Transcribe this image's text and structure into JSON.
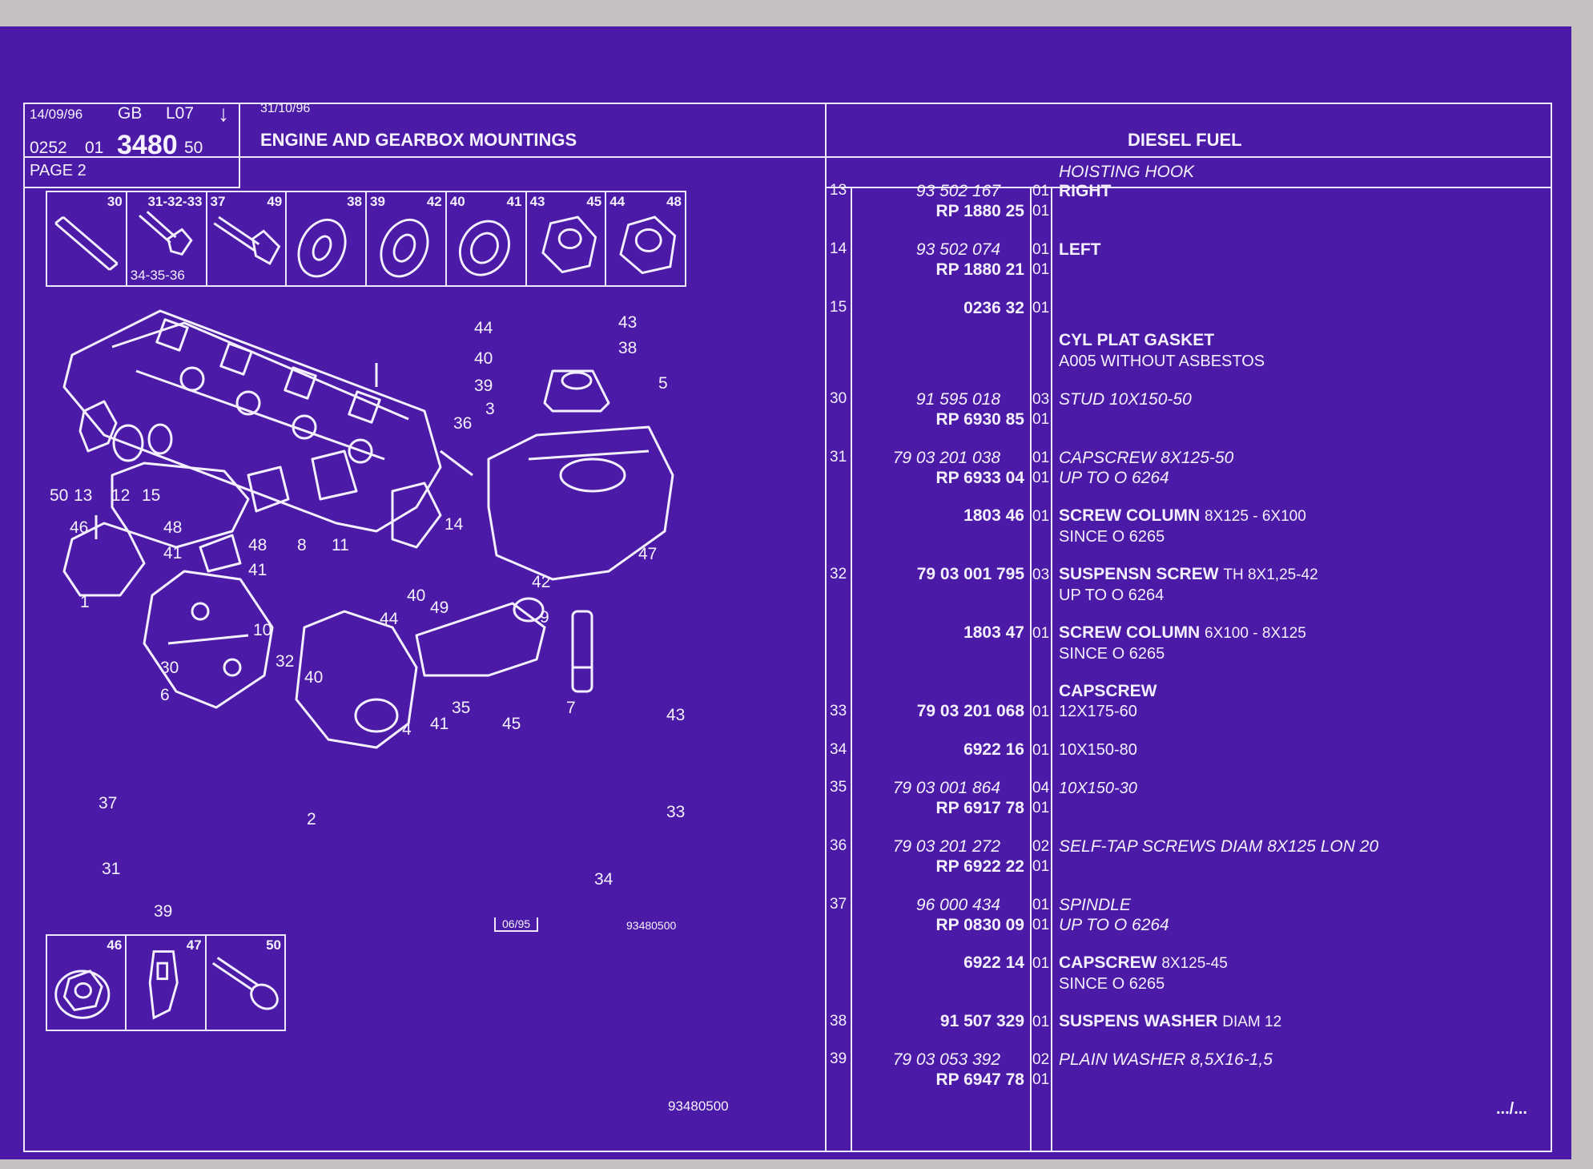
{
  "header": {
    "date1": "14/09/96",
    "lang": "GB",
    "code": "L07",
    "arrow": "↓",
    "date2": "31/10/96",
    "ref_a": "0252",
    "ref_b": "01",
    "ref_main": "3480",
    "ref_c": "50",
    "page": "PAGE 2",
    "title": "ENGINE AND GEARBOX MOUNTINGS",
    "fuel": "DIESEL FUEL"
  },
  "thumbnails_top": [
    {
      "left": "",
      "right": "30",
      "bottom": ""
    },
    {
      "left": "",
      "right": "31-32-33",
      "bottom": "34-35-36"
    },
    {
      "left": "37",
      "right": "49",
      "bottom": ""
    },
    {
      "left": "",
      "right": "38",
      "bottom": ""
    },
    {
      "left": "39",
      "right": "42",
      "bottom": ""
    },
    {
      "left": "40",
      "right": "41",
      "bottom": ""
    },
    {
      "left": "43",
      "right": "45",
      "bottom": ""
    },
    {
      "left": "44",
      "right": "48",
      "bottom": ""
    }
  ],
  "thumbnails_bottom": [
    {
      "right": "46"
    },
    {
      "right": "47"
    },
    {
      "right": "50"
    }
  ],
  "diagram": {
    "stamp": "06/95",
    "ref": "93480500",
    "footer_ref": "93480500",
    "labels": [
      "44",
      "43",
      "40",
      "38",
      "39",
      "5",
      "36",
      "3",
      "50",
      "13",
      "12",
      "15",
      "14",
      "46",
      "48",
      "41",
      "48",
      "41",
      "8",
      "11",
      "47",
      "42",
      "40",
      "49",
      "44",
      "1",
      "9",
      "10",
      "30",
      "32",
      "40",
      "6",
      "35",
      "7",
      "43",
      "4",
      "41",
      "45",
      "37",
      "2",
      "33",
      "31",
      "34",
      "39"
    ]
  },
  "parts": [
    {
      "item": "13",
      "pn": "93 502 167",
      "pn_italic": true,
      "qty": "01",
      "desc": "RIGHT",
      "desc_bold": true,
      "pre": "HOISTING HOOK"
    },
    {
      "item": "",
      "pn": "RP 1880 25",
      "pn_italic": false,
      "qty": "01",
      "desc": ""
    },
    {
      "item": "14",
      "pn": "93 502 074",
      "pn_italic": true,
      "qty": "01",
      "desc": "LEFT",
      "desc_bold": true
    },
    {
      "item": "",
      "pn": "RP 1880 21",
      "pn_italic": false,
      "qty": "01",
      "desc": ""
    },
    {
      "item": "15",
      "pn": "0236 32",
      "pn_italic": false,
      "qty": "01",
      "desc": "CYL PLAT GASKET",
      "desc_bold": true,
      "sub": "A005 WITHOUT ASBESTOS"
    },
    {
      "item": "30",
      "pn": "91 595 018",
      "pn_italic": true,
      "qty": "03",
      "desc": "STUD 10X150-50",
      "desc_italic": true
    },
    {
      "item": "",
      "pn": "RP 6930 85",
      "pn_italic": false,
      "qty": "01",
      "desc": ""
    },
    {
      "item": "31",
      "pn": "79 03 201 038",
      "pn_italic": true,
      "qty": "01",
      "desc": "CAPSCREW 8X125-50",
      "desc_italic": true
    },
    {
      "item": "",
      "pn": "RP 6933 04",
      "pn_italic": false,
      "qty": "01",
      "desc": "UP TO O 6264",
      "desc_italic": true
    },
    {
      "item": "",
      "pn": "1803 46",
      "pn_italic": false,
      "qty": "01",
      "desc": "SCREW COLUMN",
      "desc_bold": true,
      "desc_tail": "8X125 - 6X100",
      "sub": "SINCE O 6265"
    },
    {
      "item": "32",
      "pn": "79 03 001 795",
      "pn_italic": false,
      "qty": "03",
      "desc": "SUSPENSN SCREW",
      "desc_bold": true,
      "desc_tail": "TH 8X1,25-42",
      "sub": "UP TO O 6264"
    },
    {
      "item": "",
      "pn": "1803 47",
      "pn_italic": false,
      "qty": "01",
      "desc": "SCREW COLUMN",
      "desc_bold": true,
      "desc_tail": "6X100 - 8X125",
      "sub": "SINCE O 6265"
    },
    {
      "item": "33",
      "pn": "79 03 201 068",
      "pn_italic": false,
      "qty": "01",
      "desc": "12X175-60",
      "pre": "CAPSCREW"
    },
    {
      "item": "34",
      "pn": "6922 16",
      "pn_italic": false,
      "qty": "01",
      "desc": "10X150-80"
    },
    {
      "item": "35",
      "pn": "79 03 001 864",
      "pn_italic": true,
      "qty": "04",
      "desc": "10X150-30",
      "desc_italic": true
    },
    {
      "item": "",
      "pn": "RP 6917 78",
      "pn_italic": false,
      "qty": "01",
      "desc": ""
    },
    {
      "item": "36",
      "pn": "79 03 201 272",
      "pn_italic": true,
      "qty": "02",
      "desc": "SELF-TAP SCREWS DIAM 8X125 LON 20",
      "desc_italic": true
    },
    {
      "item": "",
      "pn": "RP 6922 22",
      "pn_italic": false,
      "qty": "01",
      "desc": ""
    },
    {
      "item": "37",
      "pn": "96 000 434",
      "pn_italic": true,
      "qty": "01",
      "desc": "SPINDLE",
      "desc_italic": true
    },
    {
      "item": "",
      "pn": "RP 0830 09",
      "pn_italic": false,
      "qty": "01",
      "desc": "UP TO O 6264",
      "desc_italic": true
    },
    {
      "item": "",
      "pn": "6922 14",
      "pn_italic": false,
      "qty": "01",
      "desc": "CAPSCREW",
      "desc_bold": true,
      "desc_tail": "8X125-45",
      "sub": "SINCE O 6265"
    },
    {
      "item": "38",
      "pn": "91 507 329",
      "pn_italic": false,
      "qty": "01",
      "desc": "SUSPENS WASHER",
      "desc_bold": true,
      "desc_tail": "DIAM 12"
    },
    {
      "item": "39",
      "pn": "79 03 053 392",
      "pn_italic": true,
      "qty": "02",
      "desc": "PLAIN WASHER 8,5X16-1,5",
      "desc_italic": true
    },
    {
      "item": "",
      "pn": "RP 6947 78",
      "pn_italic": false,
      "qty": "01",
      "desc": ""
    }
  ],
  "continued": ".../..."
}
